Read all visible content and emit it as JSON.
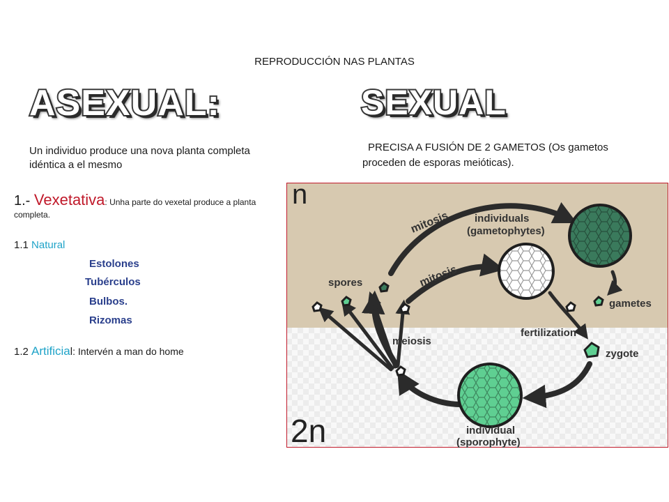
{
  "header": {
    "title": "REPRODUCCIÓN NAS PLANTAS"
  },
  "asexual": {
    "title": "ASEXUAL:",
    "description": "Un individuo produce una nova planta completa idéntica a el mesmo",
    "vegetative": {
      "number": "1.- ",
      "term": "Vexetativa",
      "definition": ": Unha parte do vexetal produce a planta completa."
    },
    "natural": {
      "number": "1.1 ",
      "label": "Natural"
    },
    "examples": [
      "Estolones",
      "Tubérculos",
      "Bulbos.",
      "Rizomas"
    ],
    "artificial": {
      "number": "1.2 ",
      "label": "Artificia",
      "tail": "l",
      "definition": ": Intervén a man do home"
    }
  },
  "sexual": {
    "title": "SEXUAL",
    "description": "PRECISA A  FUSIÓN  DE  2 GAMETOS (Os gametos proceden de esporas meióticas)."
  },
  "diagram": {
    "haploid_label": "n",
    "diploid_label": "2n",
    "labels": {
      "spores": "spores",
      "mitosis_top": "mitosis",
      "mitosis_mid": "mitosis",
      "individuals": "individuals",
      "gametophytes": "(gametophytes)",
      "gametes": "gametes",
      "fertilization": "fertilization",
      "zygote": "zygote",
      "meiosis": "meiosis",
      "individual": "individual",
      "sporophyte": "(sporophyte)"
    },
    "colors": {
      "haploid_bg": "#d7c9b0",
      "diploid_bg": "#f4f4f4",
      "gametophyte_fill": "#3a7a5c",
      "sporophyte_fill": "#5fcf92",
      "arrow": "#2b2b2b",
      "border": "#c0192a"
    }
  }
}
